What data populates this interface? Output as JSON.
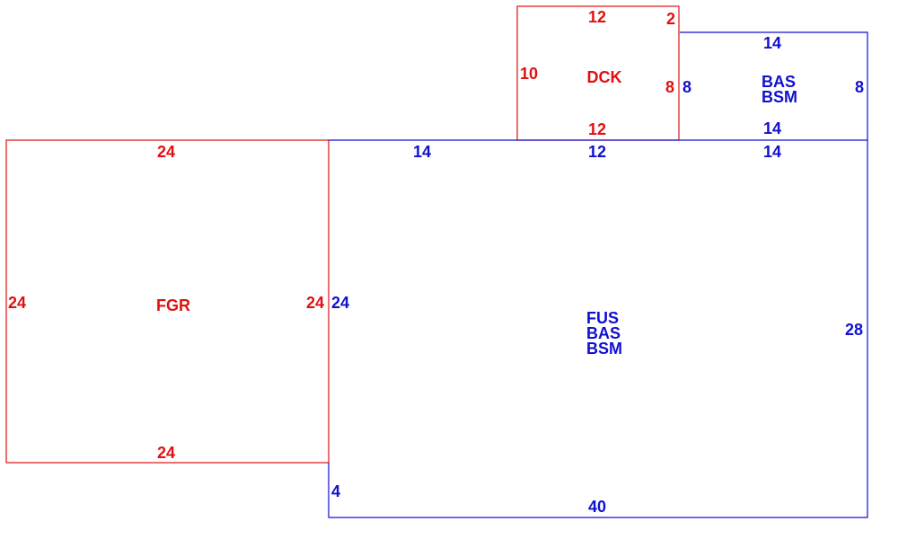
{
  "colors": {
    "red": "#e01010",
    "blue": "#1010d0"
  },
  "sections": {
    "fgr": {
      "code": "FGR",
      "dims": {
        "top": "24",
        "bottom": "24",
        "left": "24",
        "right": "24"
      }
    },
    "dck": {
      "code": "DCK",
      "dims": {
        "top": "12",
        "bottom": "12",
        "left": "10",
        "right": "8",
        "notch": "2"
      }
    },
    "upper": {
      "codes": [
        "BAS",
        "BSM"
      ],
      "dims": {
        "top": "14",
        "bottom": "14",
        "left": "8",
        "right": "8"
      }
    },
    "main": {
      "codes": [
        "FUS",
        "BAS",
        "BSM"
      ],
      "dims": {
        "top_left": "14",
        "top_mid": "12",
        "top_right": "14",
        "left": "24",
        "left_low": "4",
        "right": "28",
        "bottom": "40"
      }
    }
  }
}
